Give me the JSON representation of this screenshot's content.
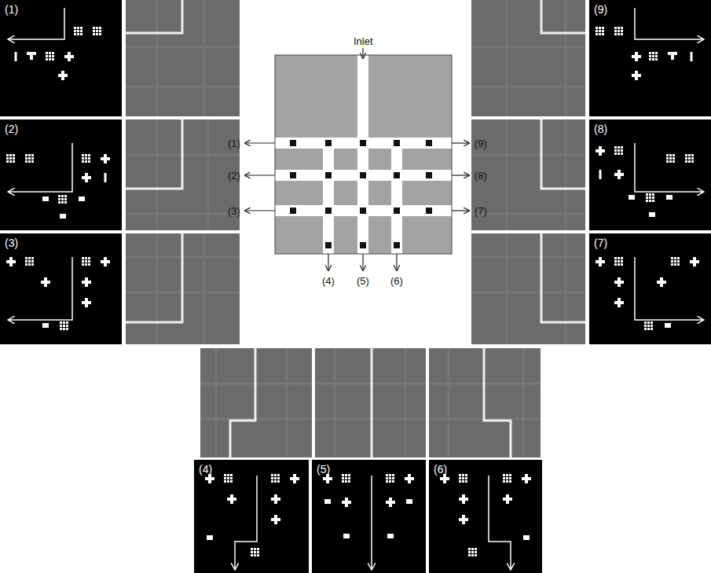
{
  "diagram": {
    "nodes": [
      {
        "text": [
          "(1)"
        ]
      },
      {
        "text": [
          "(9)"
        ]
      },
      {
        "text": [
          "(2)"
        ]
      },
      {
        "text": [
          "(8)"
        ]
      },
      {
        "text": [
          "(3)"
        ]
      },
      {
        "text": [
          "(7)"
        ]
      },
      {
        "text": [
          "(4)"
        ]
      },
      {
        "text": [
          "(5)"
        ]
      },
      {
        "text": [
          "(6)"
        ]
      }
    ],
    "labels": [
      "Inlet",
      "(1)",
      "(2)",
      "(3)",
      "(9)",
      "(8)",
      "(7)",
      "(4)",
      "(5)",
      "(6)"
    ]
  }
}
